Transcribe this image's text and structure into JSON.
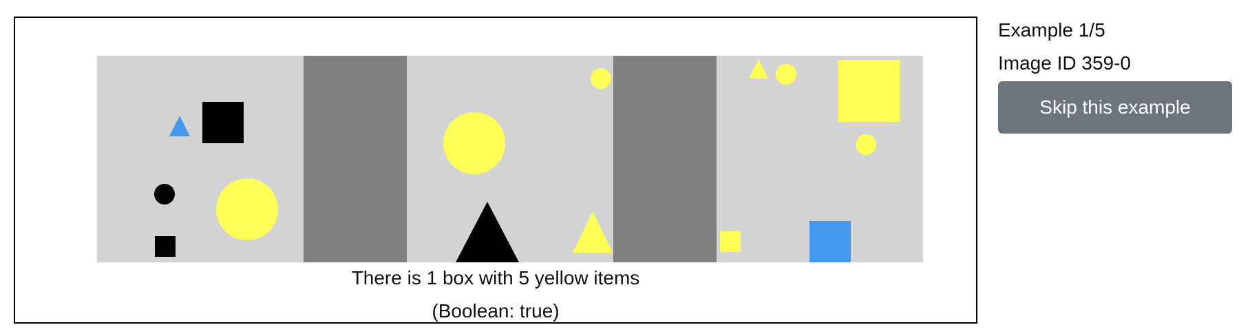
{
  "caption": {
    "line1": "There is 1 box with 5 yellow items",
    "line2": "(Boolean: true)"
  },
  "side_panel": {
    "example_counter": "Example 1/5",
    "image_id": "Image ID 359-0",
    "skip_label": "Skip this example"
  },
  "colors": {
    "panel_bg": "#d3d3d3",
    "separator": "#808080",
    "yellow": "#ffff55",
    "blue": "#4499ee",
    "black": "#000000",
    "button_bg": "#6c757d"
  }
}
